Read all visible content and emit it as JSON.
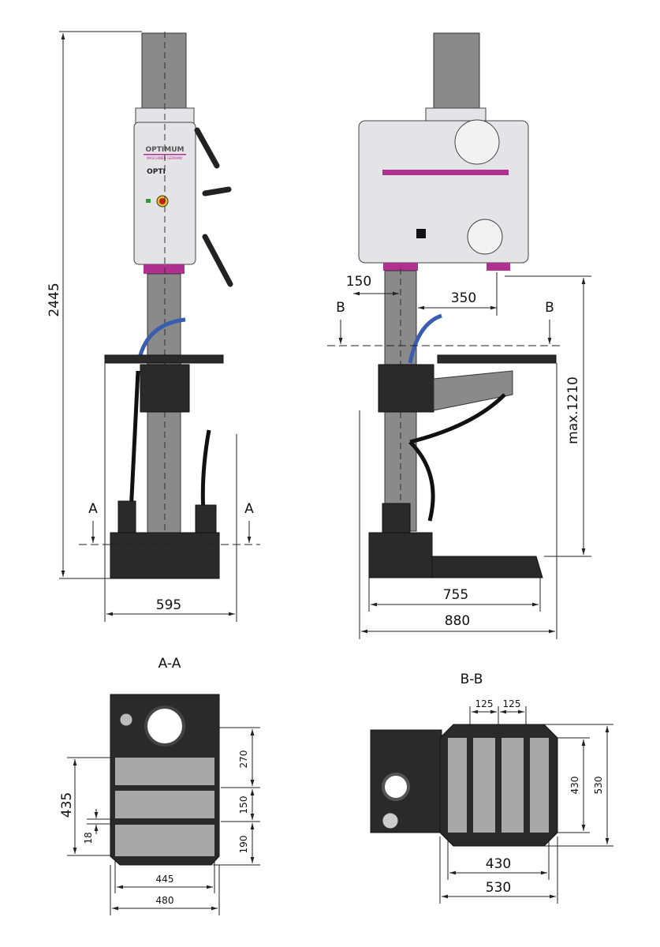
{
  "drawing": {
    "brand": "OPTIMUM",
    "brand_sub": "MASCHINEN GERMANY",
    "model_prefix": "OPTI",
    "accent_color": "#b0308f"
  },
  "front_view": {
    "height": "2445",
    "width": "595",
    "section_marker_left": "A",
    "section_marker_right": "A"
  },
  "side_view": {
    "column_offset": "150",
    "spindle_offset": "350",
    "table_height": "max.1210",
    "base_depth": "755",
    "overall_depth": "880",
    "section_marker_left": "B",
    "section_marker_right": "B"
  },
  "section_a": {
    "title": "A-A",
    "dim_270": "270",
    "dim_150": "150",
    "dim_190": "190",
    "dim_435": "435",
    "dim_18": "18",
    "dim_445": "445",
    "dim_480": "480"
  },
  "section_b": {
    "title": "B-B",
    "dim_125a": "125",
    "dim_125b": "125",
    "dim_430v": "430",
    "dim_530v": "530",
    "dim_430h": "430",
    "dim_530h": "530"
  }
}
